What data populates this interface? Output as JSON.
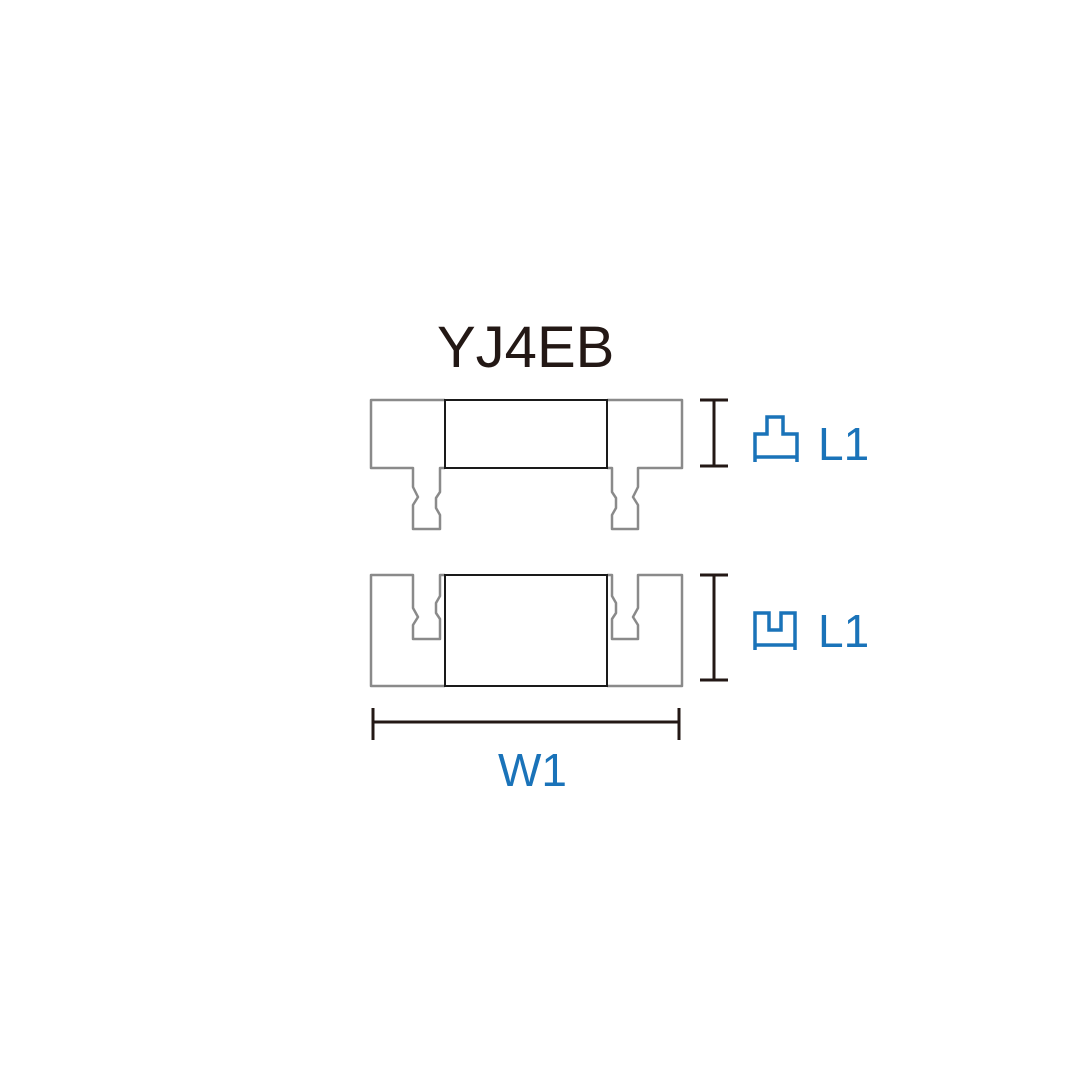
{
  "title": "YJ4EB",
  "dimensions": {
    "top_height_label": "L1",
    "bottom_height_label": "L1",
    "width_label": "W1"
  },
  "colors": {
    "text": "#231815",
    "accent": "#1a73b9",
    "outline": "#8a8a8a"
  },
  "icons": [
    "protruding-rail-profile-icon",
    "grooved-rail-profile-icon"
  ]
}
